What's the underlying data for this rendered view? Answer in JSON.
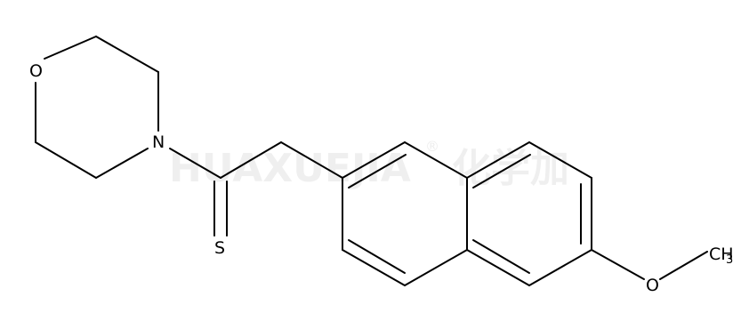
{
  "molecule": {
    "atoms": {
      "oxygen_ring": "O",
      "nitrogen": "N",
      "sulfur": "S",
      "oxygen_methoxy": "O",
      "methyl_c": "CH",
      "methyl_sub": "3"
    }
  },
  "watermark": {
    "text": "HUAXUEJIA",
    "registered": "®",
    "cjk": "化学加"
  },
  "colors": {
    "bond": "#000000",
    "background": "#ffffff"
  }
}
